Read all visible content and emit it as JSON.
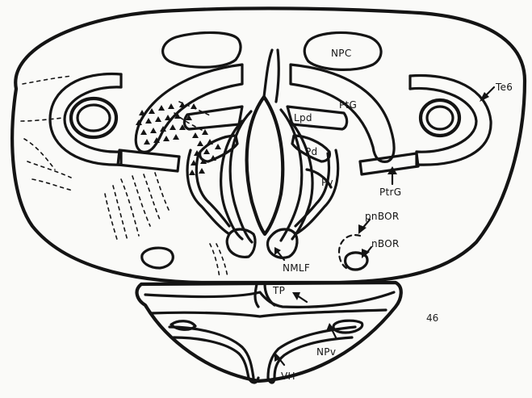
{
  "labels": {
    "npc": "NPC",
    "ptg": "PtG",
    "te6": "Te6",
    "lpd": "Lpd",
    "pd": "Pd",
    "pv": "Pv",
    "ptrg": "PtrG",
    "pnbor": "pnBOR",
    "nbor": "nBOR",
    "nmlf": "NMLF",
    "tp": "TP",
    "npv": "NPv",
    "vh": "VH"
  },
  "page_number": "46"
}
